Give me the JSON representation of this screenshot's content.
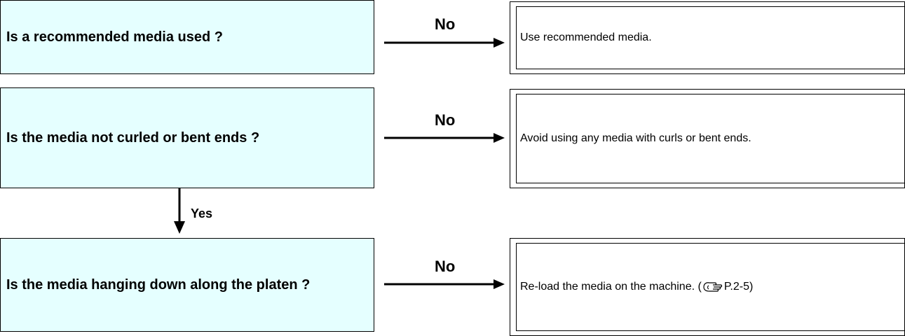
{
  "questions": [
    "Is a recommended media used ?",
    "Is the media not curled or bent ends ?",
    "Is the media hanging down along the platen ?"
  ],
  "no_label": "No",
  "yes_label": "Yes",
  "answers": [
    {
      "text": "Use recommended media."
    },
    {
      "text": "Avoid using any media with curls or bent ends."
    },
    {
      "prefix": "Re-load the media on the machine. (",
      "ref": "P.2-5",
      "suffix": ")",
      "icon": "reference-hand-icon"
    }
  ]
}
